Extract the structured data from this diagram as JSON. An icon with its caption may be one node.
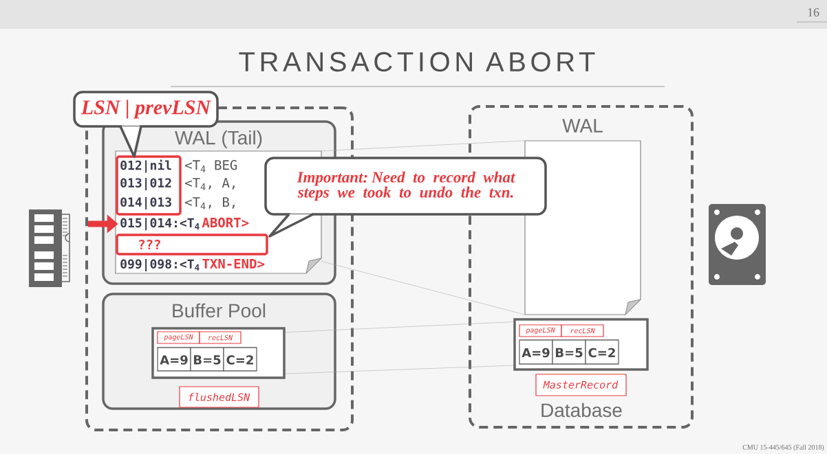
{
  "diagram": {
    "title": "TRANSACTION ABORT",
    "nodes": [
      {
        "text": [],
        "shape": "box"
      },
      {
        "text": [
          "WAL (Tail)"
        ],
        "in": 0
      },
      {
        "text": [],
        "shape": "box",
        "in": 1
      },
      {
        "text": [
          "012|nil",
          "013|012",
          "014|013"
        ],
        "in": 2
      },
      {
        "text": [
          "015|014:<T$_{4}$",
          "ABORT>"
        ],
        "in": 2
      },
      {
        "text": [
          "???"
        ],
        "in": 2
      },
      {
        "text": [
          "099|098:<T$_{4}$",
          "TXN-END>"
        ],
        "in": 2
      },
      {
        "text": [
          "LSN | prevLSN"
        ]
      },
      {
        "text": [
          "Important: Need to record what steps we took to undo the txn."
        ]
      },
      {
        "text": [
          "Buffer Pool"
        ],
        "in": 0
      },
      {
        "text": [],
        "shape": "box",
        "in": 9
      },
      {
        "text": [
          "pageLSN"
        ],
        "in": 10
      },
      {
        "text": [
          "recLSN"
        ],
        "in": 10
      },
      {
        "text": [
          "A=9"
        ],
        "in": 10
      },
      {
        "text": [
          "B=5"
        ],
        "in": 10
      },
      {
        "text": [
          "C=2"
        ],
        "in": 10
      },
      {
        "text": [
          "flushedLSN"
        ],
        "in": 9
      },
      {
        "text": [
          "Database"
        ]
      },
      {
        "text": [
          "WAL"
        ],
        "in": 17
      },
      {
        "text": [],
        "shape": "box",
        "in": 17
      },
      {
        "text": [
          "pageLSN"
        ],
        "in": 19
      },
      {
        "text": [
          "recLSN"
        ],
        "in": 19
      },
      {
        "text": [
          "A=9"
        ],
        "in": 19
      },
      {
        "text": [
          "B=5"
        ],
        "in": 19
      },
      {
        "text": [
          "C=2"
        ],
        "in": 19
      },
      {
        "text": [
          "MasterRecord"
        ],
        "in": 17
      }
    ],
    "edges": [
      {
        "from": null,
        "to": 4,
        "arrow": "to",
        "style": "thick",
        "color": "#e8393e"
      },
      {
        "from": 2,
        "to": 18,
        "arrow": "none",
        "style": "dashed"
      },
      {
        "from": 2,
        "to": 18,
        "arrow": "none",
        "style": "dashed"
      },
      {
        "from": 10,
        "to": 19,
        "arrow": "none",
        "style": "dashed"
      },
      {
        "from": 10,
        "to": 19,
        "arrow": "none",
        "style": "dashed"
      }
    ],
    "labels": [
      "16",
      "<T$_{4}$ BEG",
      "<T$_{4}$, A,",
      "<T$_{4}$, B,",
      "CMU 15-445/645 (Fall 2018)"
    ]
  }
}
